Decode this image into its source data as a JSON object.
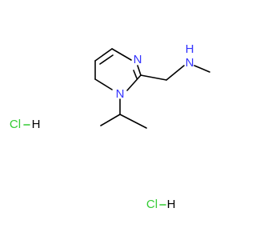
{
  "molecule": {
    "atoms": {
      "n_ring_top": "N",
      "n_ring_bottom": "N",
      "n_amine": "N",
      "h_amine": "H"
    },
    "salts": [
      {
        "cl": "Cl",
        "h": "H"
      },
      {
        "cl": "Cl",
        "h": "H"
      }
    ]
  },
  "colors": {
    "bond": "#000000",
    "nitrogen": "#3333ff",
    "chlorine": "#33cc33",
    "hydrogen": "#000000",
    "background": "#ffffff"
  }
}
